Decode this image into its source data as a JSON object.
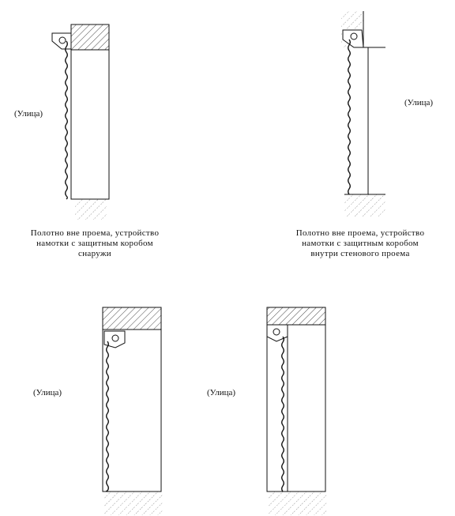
{
  "panels": [
    {
      "side_label": "(Улица)",
      "caption": [
        "Полотно вне проема, устройство",
        "намотки с защитным коробом",
        "снаружи"
      ]
    },
    {
      "side_label": "(Улица)",
      "caption": [
        "Полотно вне проема, устройство",
        "намотки с защитным коробом",
        "внутри стенового проема"
      ]
    },
    {
      "side_label": "(Улица)",
      "caption": []
    },
    {
      "side_label": "(Улица)",
      "caption": []
    }
  ],
  "colors": {
    "ink": "#111111",
    "paper": "#ffffff"
  }
}
